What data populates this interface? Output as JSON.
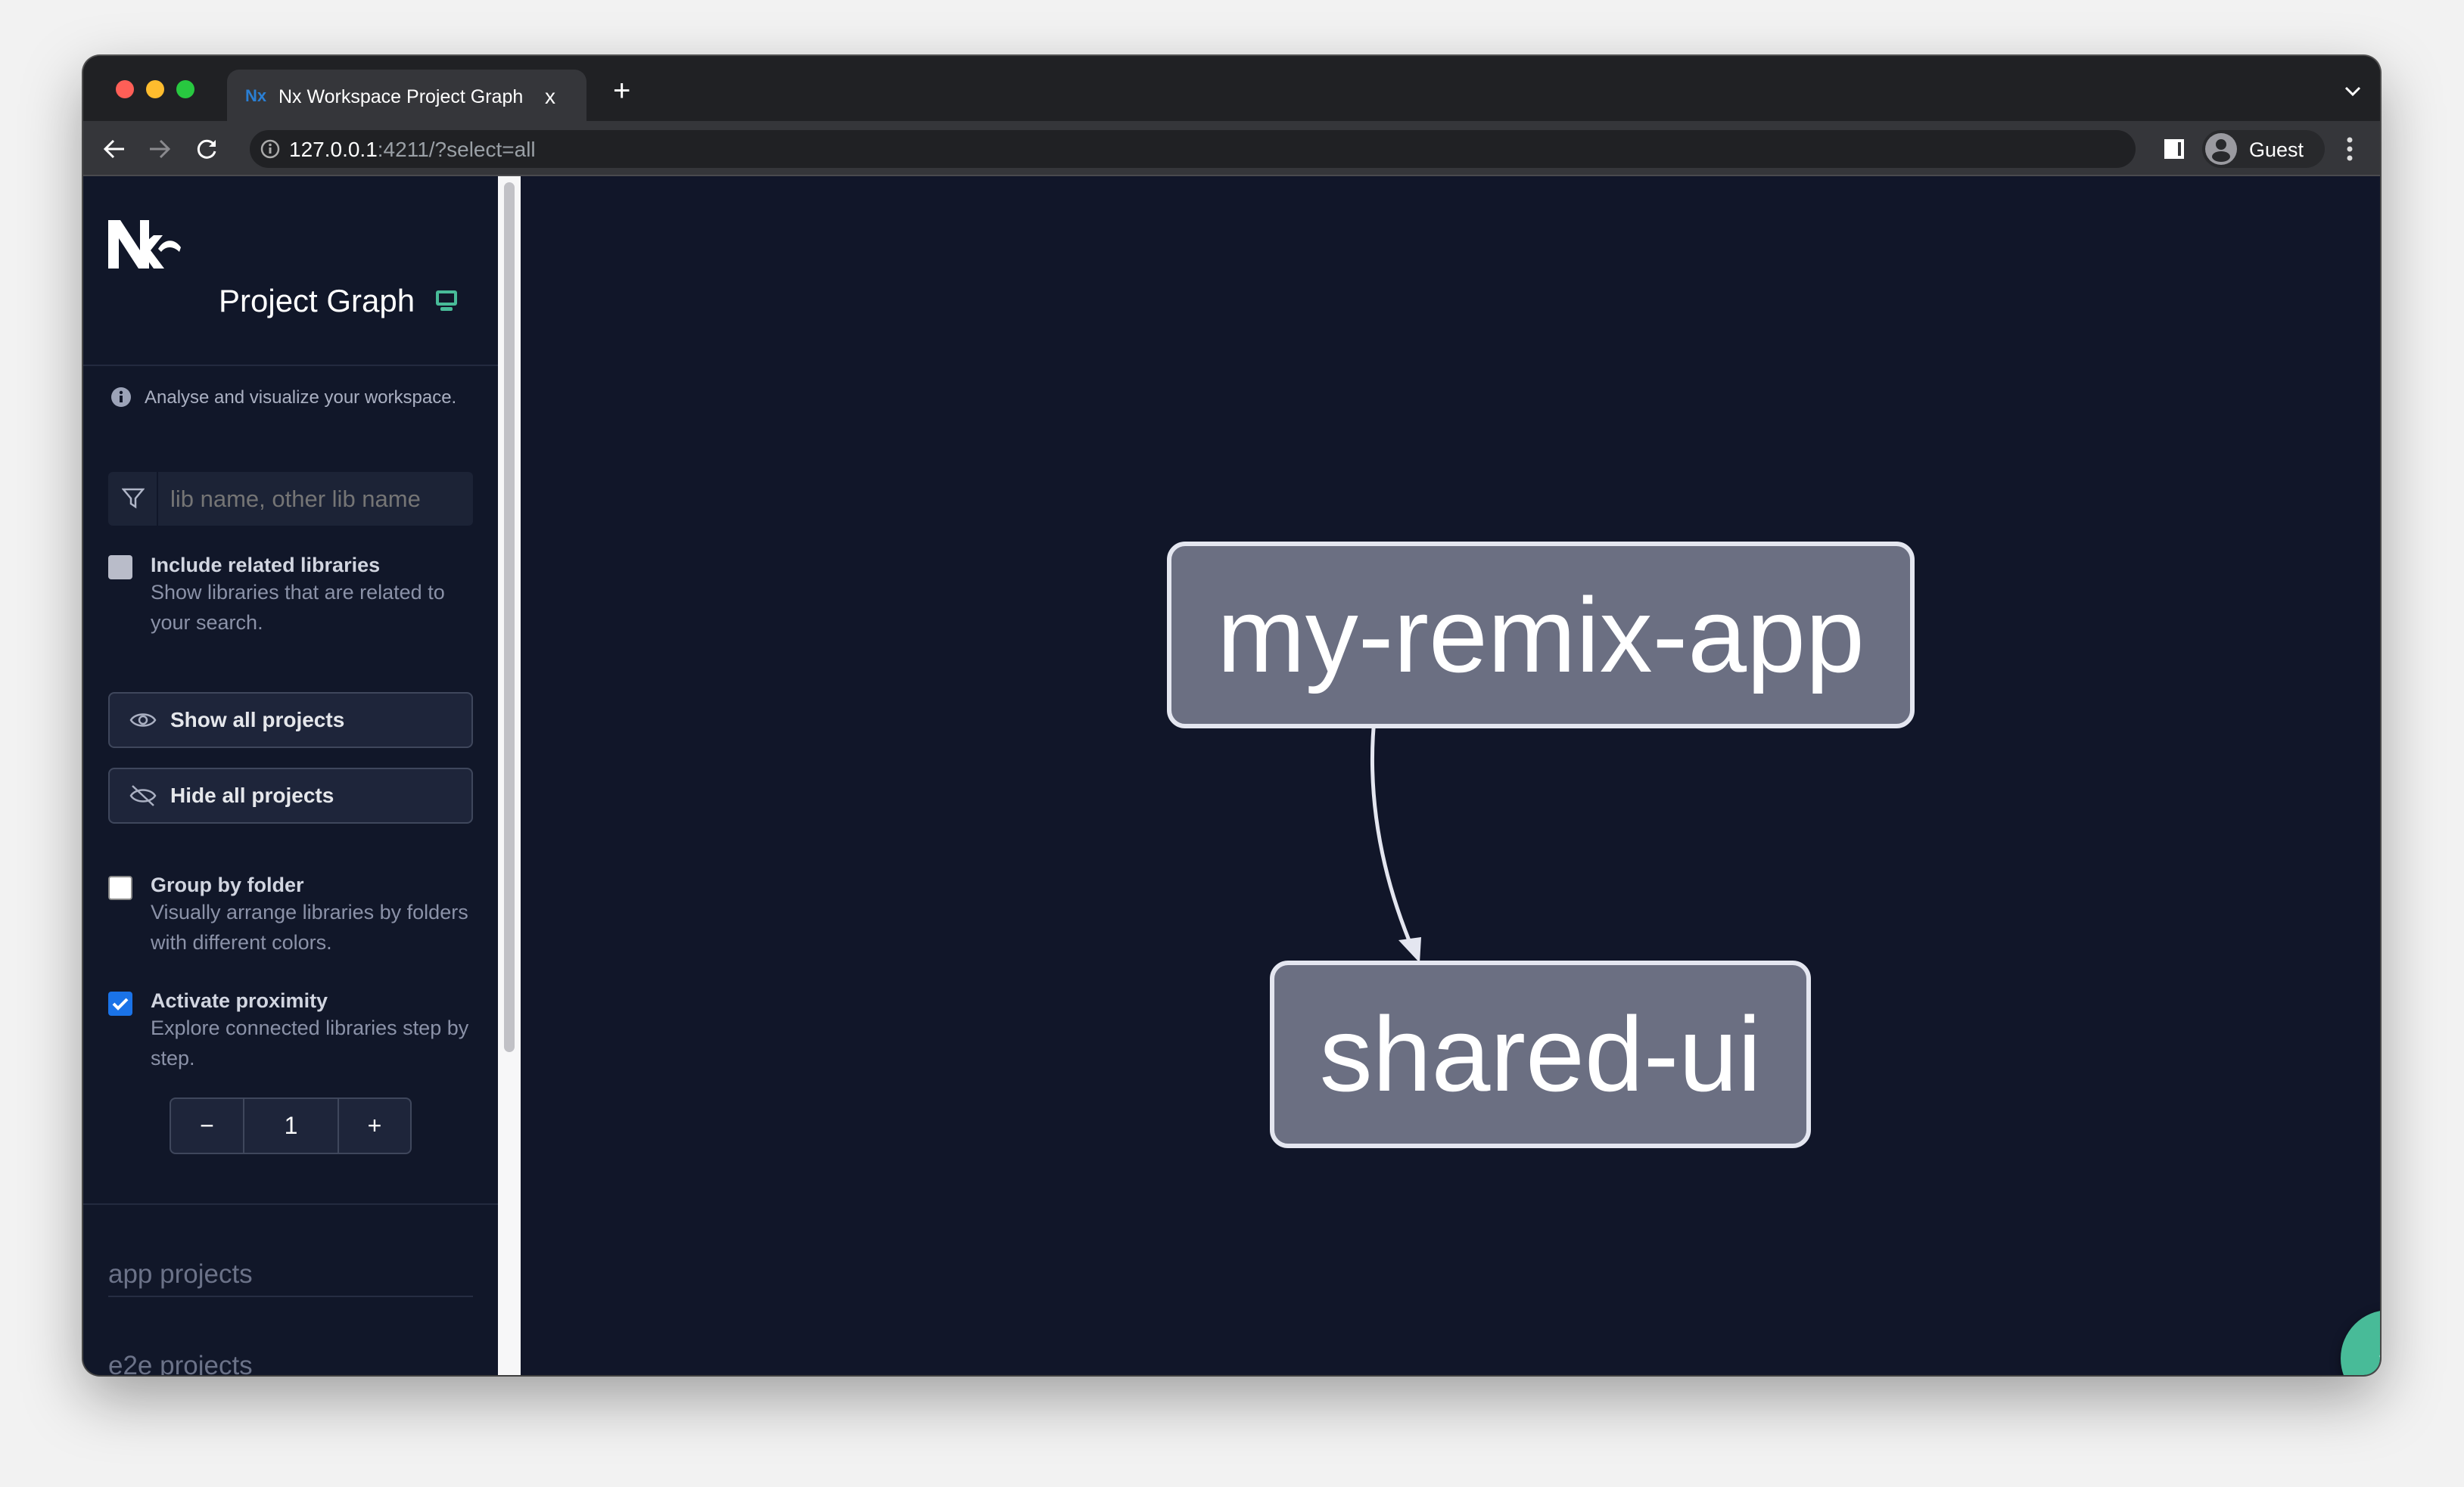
{
  "browser": {
    "tab_title": "Nx Workspace Project Graph",
    "tab_close": "x",
    "new_tab": "+",
    "url_host": "127.0.0.1",
    "url_rest": ":4211/?select=all",
    "profile_label": "Guest"
  },
  "sidebar": {
    "title": "Project Graph",
    "info": "Analyse and visualize your workspace.",
    "filter_placeholder": "lib name, other lib name",
    "include_related": {
      "label": "Include related libraries",
      "description": "Show libraries that are related to your search.",
      "checked": false
    },
    "show_all": "Show all projects",
    "hide_all": "Hide all projects",
    "group_by_folder": {
      "label": "Group by folder",
      "description": "Visually arrange libraries by folders with different colors.",
      "checked": false
    },
    "proximity": {
      "label": "Activate proximity",
      "description": "Explore connected libraries step by step.",
      "checked": true
    },
    "stepper": {
      "minus": "−",
      "value": "1",
      "plus": "+"
    },
    "sections": [
      "app projects",
      "e2e projects"
    ]
  },
  "graph": {
    "nodes": [
      "my-remix-app",
      "shared-ui"
    ],
    "edges": [
      {
        "from": "my-remix-app",
        "to": "shared-ui"
      }
    ]
  },
  "colors": {
    "accent": "#48bb98",
    "checkbox": "#1a73e8",
    "node_fill": "#6b6f82",
    "graph_bg": "#111629"
  }
}
